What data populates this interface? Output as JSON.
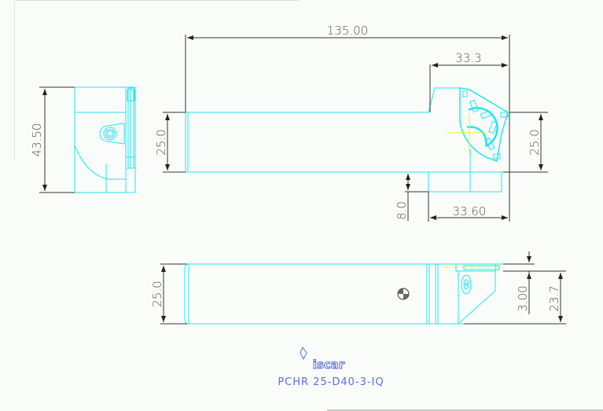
{
  "drawing": {
    "title": "PCHR 25-D40-3-IQ",
    "brand": "iscar",
    "colors": {
      "outline": "#22e6f0",
      "dimension": "#3a3a3a",
      "centerline": "#f0f020",
      "title": "#5a6ee0",
      "background": "#fafcfa"
    }
  },
  "side_view": {
    "height_label": "43.50"
  },
  "top_view": {
    "overall_length_label": "135.00",
    "head_length_label": "33.3",
    "shank_height_label": "25.0",
    "head_height_label": "25.0",
    "offset_label": "8.0",
    "lower_length_label": "33.60"
  },
  "front_view": {
    "shank_width_label": "25.0",
    "insert_offset_label": "3.00",
    "height_label": "23.7"
  }
}
